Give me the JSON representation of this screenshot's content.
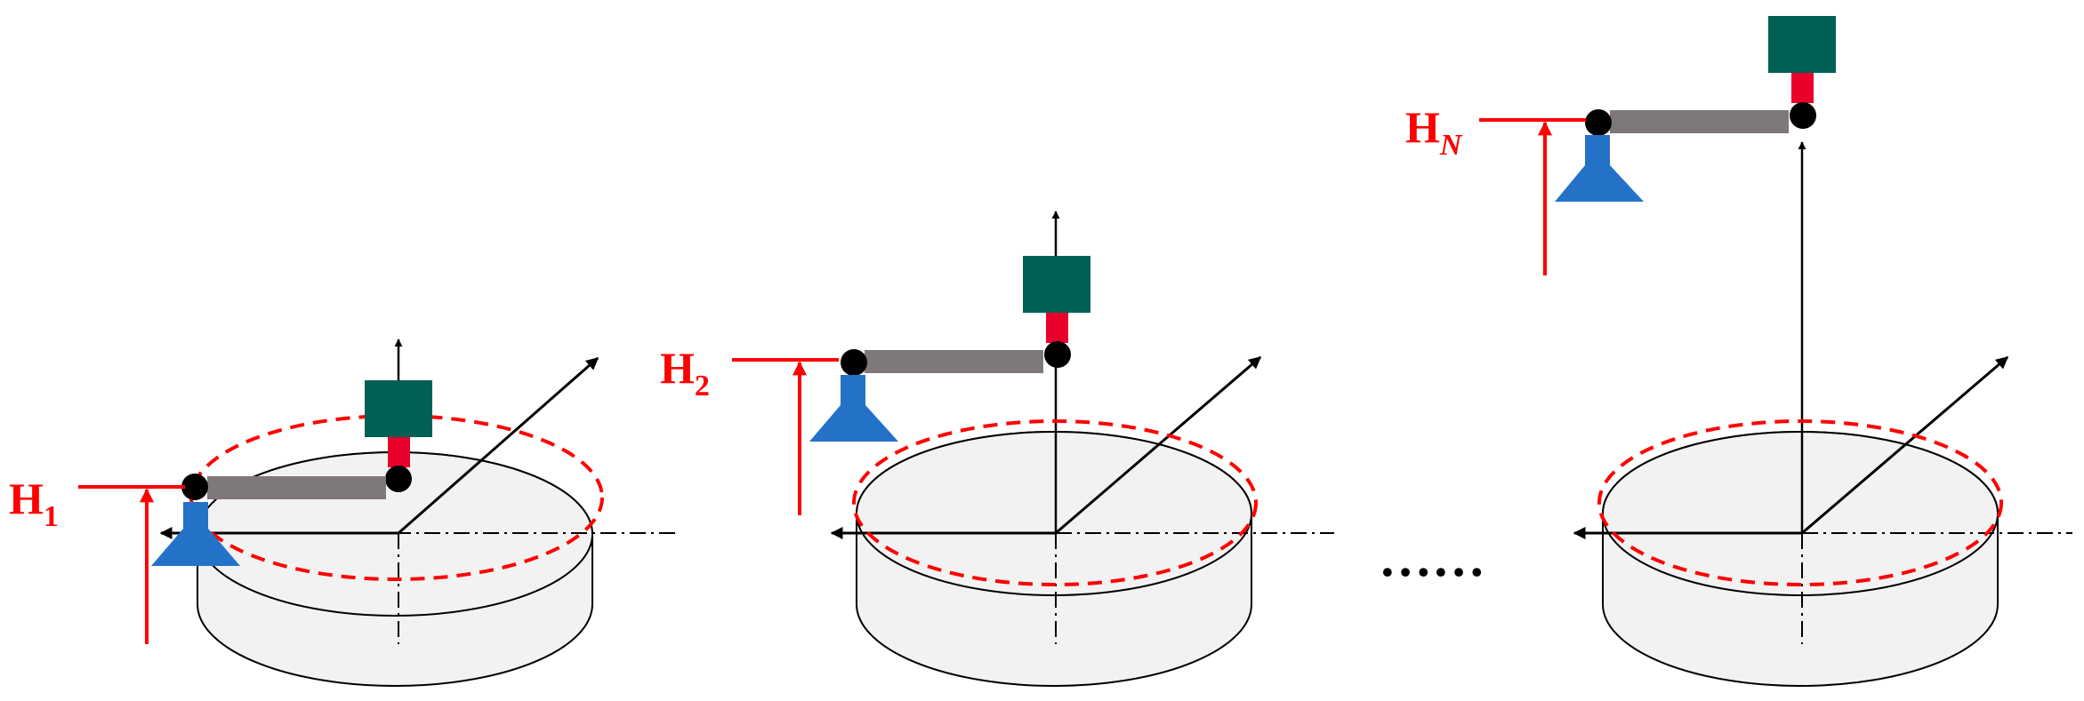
{
  "colors": {
    "red": "#ff0000",
    "arm": "#7f7878",
    "motor": "#006054",
    "coupler": "#e8002a",
    "nozzle": "#2472c8",
    "disk_fill": "#f2f2f2",
    "black": "#000000"
  },
  "labels": [
    {
      "main": "H",
      "sub": "1",
      "sub_italic": false
    },
    {
      "main": "H",
      "sub": "2",
      "sub_italic": false
    },
    {
      "main": "H",
      "sub": "N",
      "sub_italic": true
    }
  ],
  "ellipsis": "……",
  "stages": [
    {
      "name": "stage-1",
      "height_level": 1
    },
    {
      "name": "stage-2",
      "height_level": 2
    },
    {
      "name": "stage-n",
      "height_level": "N"
    }
  ]
}
